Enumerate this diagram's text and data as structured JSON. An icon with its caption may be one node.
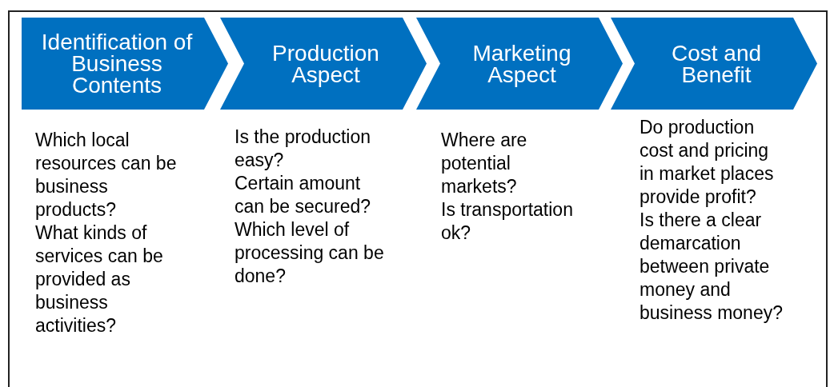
{
  "diagram": {
    "nodes": [
      {
        "text": [
          "Identification of Business Contents"
        ],
        "beside": [
          "Which local resources can be business products?",
          "What kinds of services can be provided as business activities?"
        ]
      },
      {
        "text": [
          "Production Aspect"
        ],
        "beside": [
          "Is the production easy?",
          "Certain amount can be secured?",
          "Which level of processing can be done?"
        ]
      },
      {
        "text": [
          "Marketing Aspect"
        ],
        "beside": [
          "Where are potential markets?",
          "Is transportation ok?"
        ]
      },
      {
        "text": [
          "Cost and Benefit"
        ],
        "beside": [
          "Do production cost and pricing in market places provide profit?",
          "Is there a clear demarcation between private money and business money?"
        ]
      }
    ]
  }
}
